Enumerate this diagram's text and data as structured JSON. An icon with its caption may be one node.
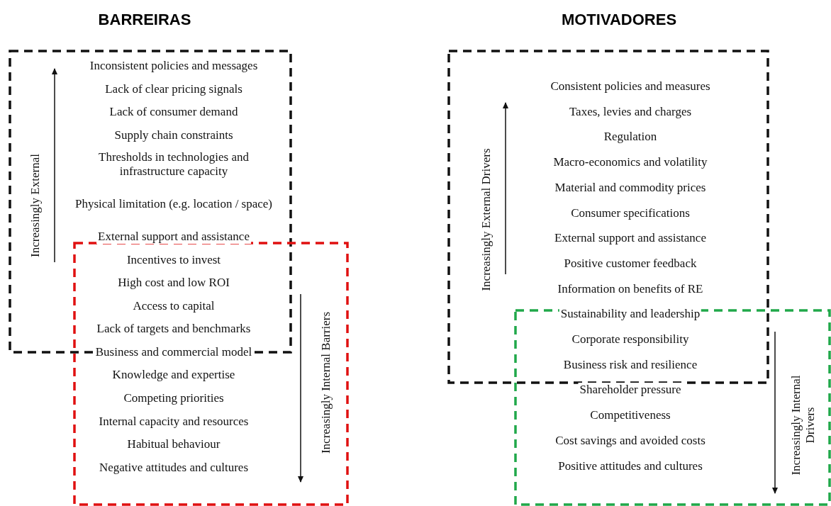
{
  "diagram": {
    "labels": [
      "BARREIRAS",
      "MOTIVADORES",
      "Inconsistent policies and messages",
      "Lack of clear pricing signals",
      "Lack of consumer demand",
      "Supply chain constraints",
      "Thresholds in technologies and infrastructure capacity",
      "Physical limitation (e.g. location / space)",
      "External support and assistance",
      "Incentives to invest",
      "High cost and low ROI",
      "Access to capital",
      "Lack of targets and benchmarks",
      "Business and commercial model",
      "Knowledge and expertise",
      "Competing priorities",
      "Internal capacity and resources",
      "Habitual behaviour",
      "Negative attitudes and cultures",
      "Increasingly External",
      "Increasingly Internal Barriers",
      "Consistent policies and measures",
      "Taxes, levies and charges",
      "Regulation",
      "Macro-economics and volatility",
      "Material and commodity prices",
      "Consumer specifications",
      "External support and assistance",
      "Positive customer feedback",
      "Information on benefits of RE",
      "Sustainability and leadership",
      "Corporate responsibility",
      "Business risk and resilience",
      "Shareholder pressure",
      "Competitiveness",
      "Cost savings and avoided costs",
      "Positive attitudes and cultures",
      "Increasingly External Drivers",
      "Increasingly Internal Drivers"
    ]
  }
}
